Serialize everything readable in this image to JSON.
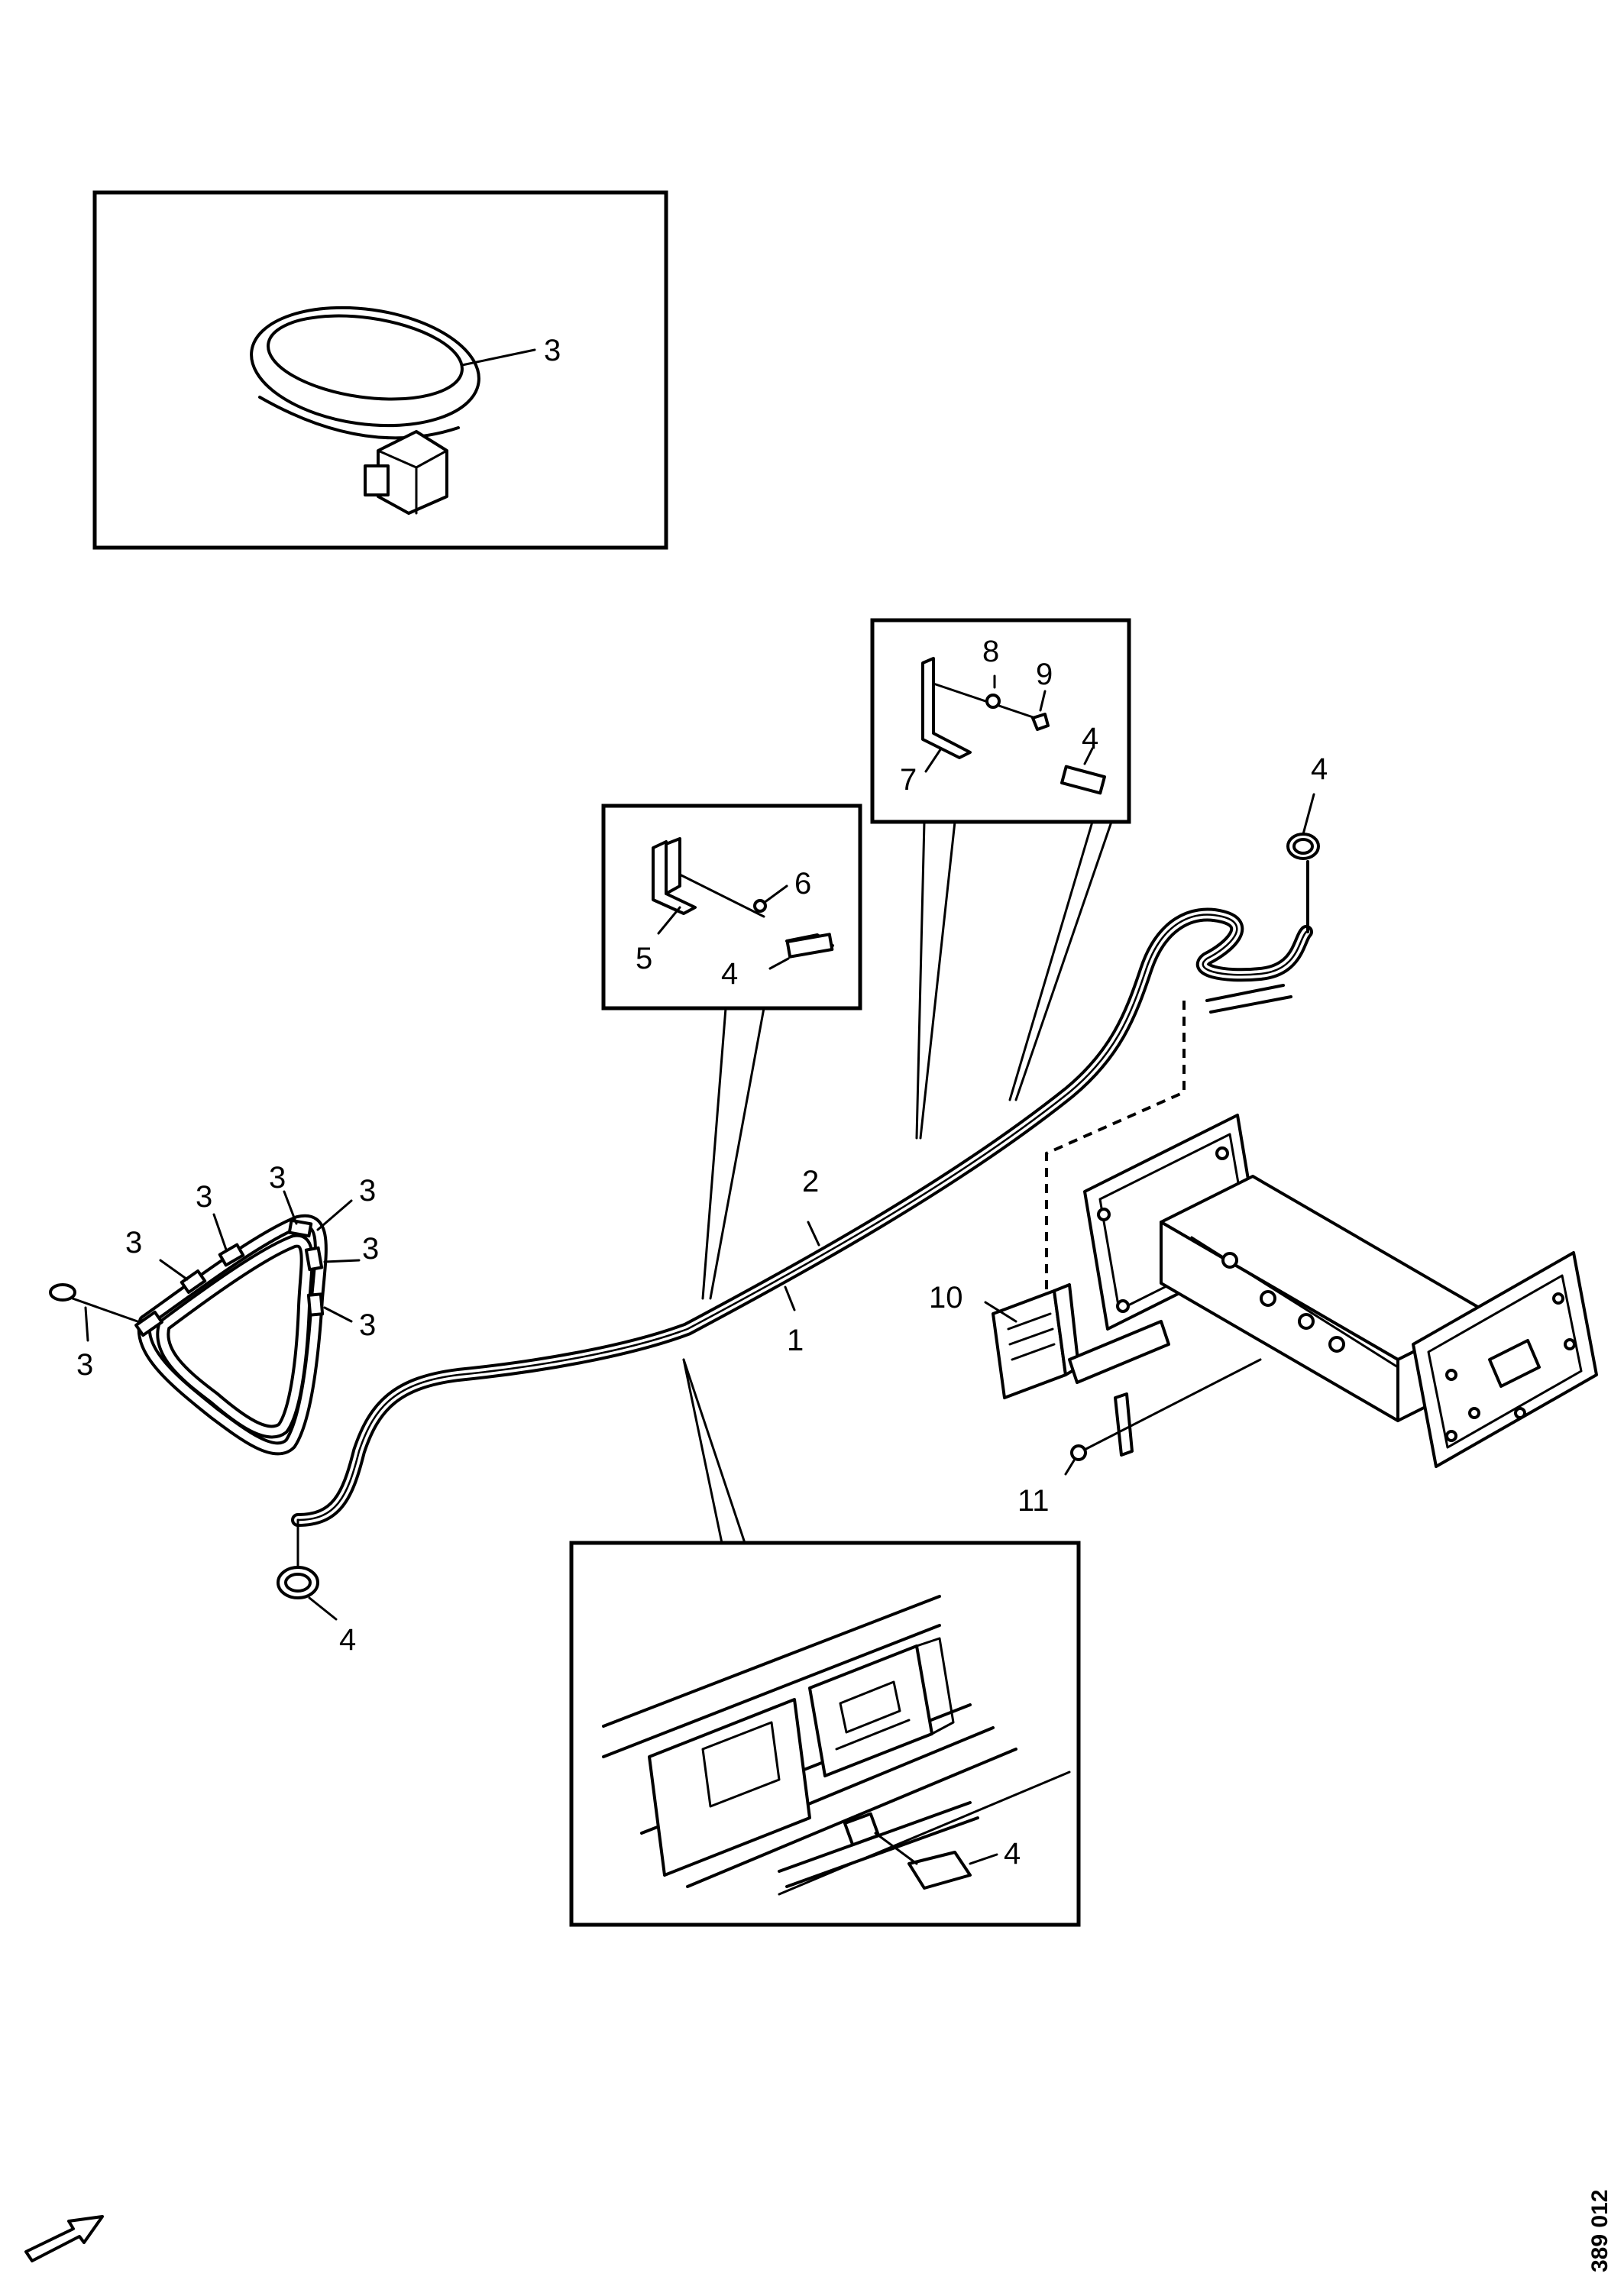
{
  "callouts": {
    "inset_tie_3": "3",
    "bracket1_item5": "5",
    "bracket1_item6": "6",
    "bracket1_item4": "4",
    "bracket2_item7": "7",
    "bracket2_item8": "8",
    "bracket2_item9": "9",
    "bracket2_item4": "4",
    "ring_top_4": "4",
    "cable_2": "2",
    "cable_1": "1",
    "bracket_10": "10",
    "screw_11": "11",
    "loop_ties": [
      "3",
      "3",
      "3",
      "3",
      "3",
      "3"
    ],
    "loop_tie_left": "3",
    "ring_bottom_4": "4",
    "frame_detail_4": "4"
  },
  "reference_code": "389 012",
  "icons": {
    "orientation_arrow": "direction-arrow-icon"
  }
}
